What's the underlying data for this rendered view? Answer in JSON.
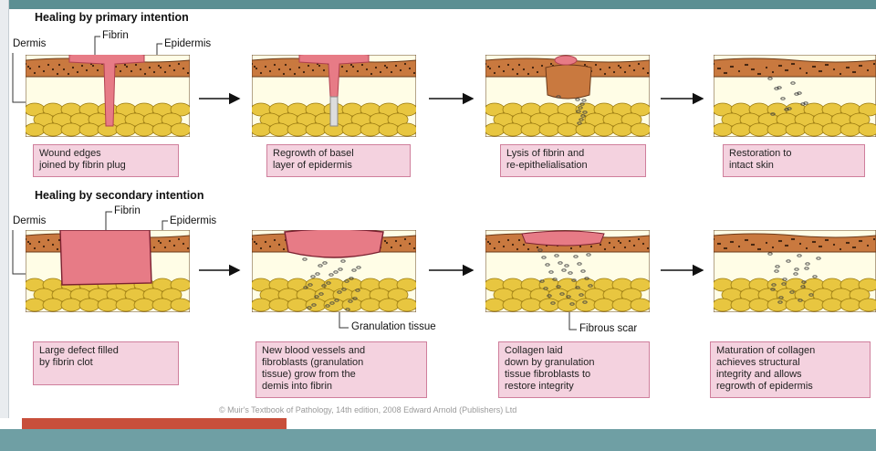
{
  "primary": {
    "title": "Healing by primary intention",
    "labels": {
      "dermis": "Dermis",
      "fibrin": "Fibrin",
      "epidermis": "Epidermis"
    },
    "captions": [
      "Wound edges\njoined by fibrin plug",
      "Regrowth of basel\nlayer of epidermis",
      "Lysis of fibrin and\nre-epithelialisation",
      "Restoration to\nintact skin"
    ]
  },
  "secondary": {
    "title": "Healing by secondary intention",
    "labels": {
      "dermis": "Dermis",
      "fibrin": "Fibrin",
      "epidermis": "Epidermis",
      "granulation": "Granulation tissue",
      "scar": "Fibrous scar"
    },
    "captions": [
      "Large defect filled\nby fibrin clot",
      "New blood vessels and\nfibroblasts (granulation\ntissue) grow from the\ndemis into fibrin",
      "Collagen laid\ndown by granulation\ntissue fibroblasts to\nrestore integrity",
      "Maturation of collagen\nachieves structural\nintegrity and allows\nregrowth of epidermis"
    ]
  },
  "credit": "© Muir's Textbook of Pathology, 14th edition, 2008 Edward Arnold (Publishers) Ltd",
  "colors": {
    "epidermis": "#c9793f",
    "dermis": "#fffde6",
    "fat": "#e8c640",
    "fibrin": "#e77b86",
    "caption_bg": "#f4d2df",
    "accent": "#c84f3b",
    "band": "#6f9fa4"
  }
}
